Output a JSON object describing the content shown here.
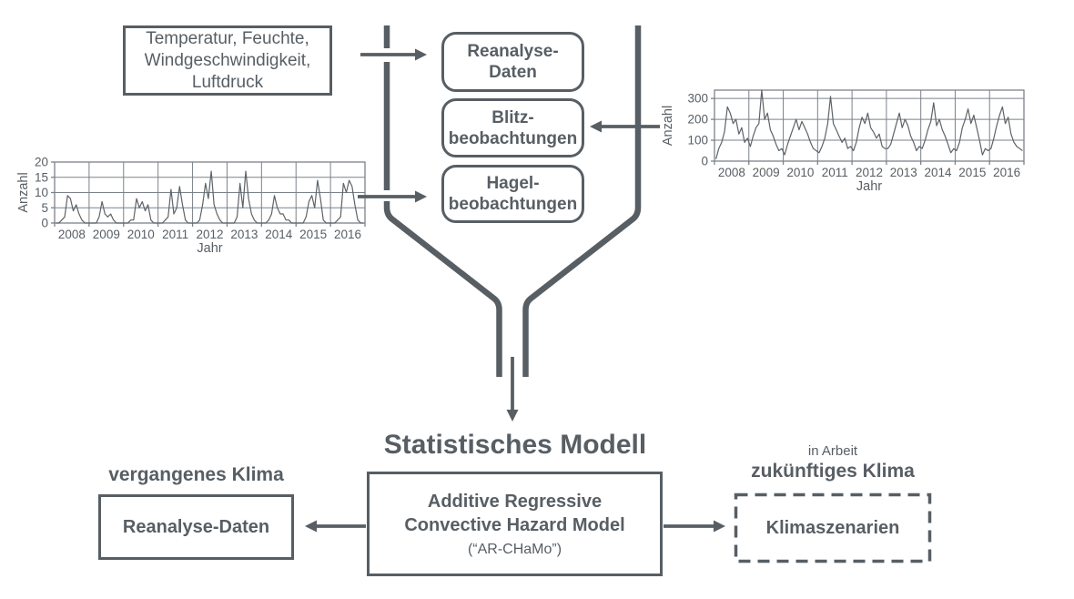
{
  "colors": {
    "ink": "#575e64",
    "grid": "#7c828a",
    "line": "#5c6369",
    "bg": "#ffffff"
  },
  "input_box": {
    "line1": "Temperatur, Feuchte,",
    "line2": "Windgeschwindigkeit,",
    "line3": "Luftdruck"
  },
  "funnel_items": [
    {
      "line1": "Reanalyse-",
      "line2": "Daten"
    },
    {
      "line1": "Blitz-",
      "line2": "beobachtungen"
    },
    {
      "line1": "Hagel-",
      "line2": "beobachtungen"
    }
  ],
  "model": {
    "heading": "Statistisches Modell",
    "box_line1": "Additive Regressive",
    "box_line2": "Convective Hazard Model",
    "box_line3": "(“AR-CHaMo”)"
  },
  "past": {
    "caption": "vergangenes Klima",
    "box_label": "Reanalyse-Daten"
  },
  "future": {
    "status": "in Arbeit",
    "caption": "zukünftiges Klima",
    "box_label": "Klimaszenarien"
  },
  "chart_data": [
    {
      "type": "line",
      "name": "hail-observations-timeseries",
      "ylabel": "Anzahl",
      "xlabel": "Jahr",
      "year_labels": [
        "2008",
        "2009",
        "2010",
        "2011",
        "2012",
        "2013",
        "2014",
        "2015",
        "2016"
      ],
      "yticks": [
        0,
        5,
        10,
        15,
        20
      ],
      "ylim": [
        0,
        20
      ],
      "x_range": [
        2008,
        2017
      ],
      "grid": true,
      "points_per_year": 12,
      "values": [
        0,
        0,
        1,
        2,
        9,
        8,
        4,
        6,
        3,
        1,
        0,
        0,
        0,
        0,
        0,
        2,
        7,
        3,
        2,
        3,
        1,
        0,
        0,
        0,
        0,
        0,
        1,
        1,
        8,
        5,
        7,
        4,
        6,
        1,
        0,
        0,
        0,
        0,
        1,
        2,
        11,
        3,
        5,
        12,
        6,
        1,
        0,
        0,
        0,
        0,
        1,
        6,
        13,
        8,
        17,
        6,
        3,
        1,
        0,
        0,
        0,
        0,
        0,
        2,
        13,
        5,
        17,
        8,
        3,
        1,
        0,
        0,
        0,
        0,
        1,
        3,
        9,
        5,
        3,
        3,
        1,
        1,
        0,
        0,
        0,
        0,
        0,
        2,
        7,
        9,
        5,
        14,
        8,
        1,
        0,
        0,
        0,
        0,
        1,
        2,
        13,
        10,
        14,
        12,
        6,
        1,
        0,
        0
      ]
    },
    {
      "type": "line",
      "name": "lightning-observations-timeseries",
      "ylabel": "Anzahl",
      "xlabel": "Jahr",
      "year_labels": [
        "2008",
        "2009",
        "2010",
        "2011",
        "2012",
        "2013",
        "2014",
        "2015",
        "2016"
      ],
      "yticks": [
        0,
        100,
        200,
        300
      ],
      "ylim": [
        0,
        340
      ],
      "x_range": [
        2008,
        2017
      ],
      "grid": true,
      "points_per_year": 12,
      "values": [
        10,
        60,
        90,
        140,
        260,
        230,
        180,
        200,
        130,
        160,
        90,
        110,
        70,
        120,
        160,
        180,
        340,
        200,
        230,
        150,
        120,
        80,
        50,
        60,
        30,
        80,
        120,
        160,
        200,
        150,
        190,
        160,
        130,
        90,
        60,
        50,
        40,
        70,
        110,
        180,
        310,
        180,
        150,
        120,
        90,
        110,
        60,
        70,
        50,
        90,
        160,
        210,
        180,
        230,
        160,
        140,
        110,
        130,
        70,
        60,
        60,
        80,
        130,
        180,
        230,
        160,
        200,
        170,
        120,
        90,
        50,
        70,
        60,
        100,
        150,
        190,
        280,
        170,
        200,
        150,
        120,
        80,
        40,
        60,
        50,
        90,
        160,
        200,
        250,
        180,
        220,
        160,
        100,
        30,
        60,
        50,
        60,
        110,
        170,
        220,
        260,
        180,
        210,
        130,
        90,
        70,
        60,
        50
      ]
    }
  ]
}
